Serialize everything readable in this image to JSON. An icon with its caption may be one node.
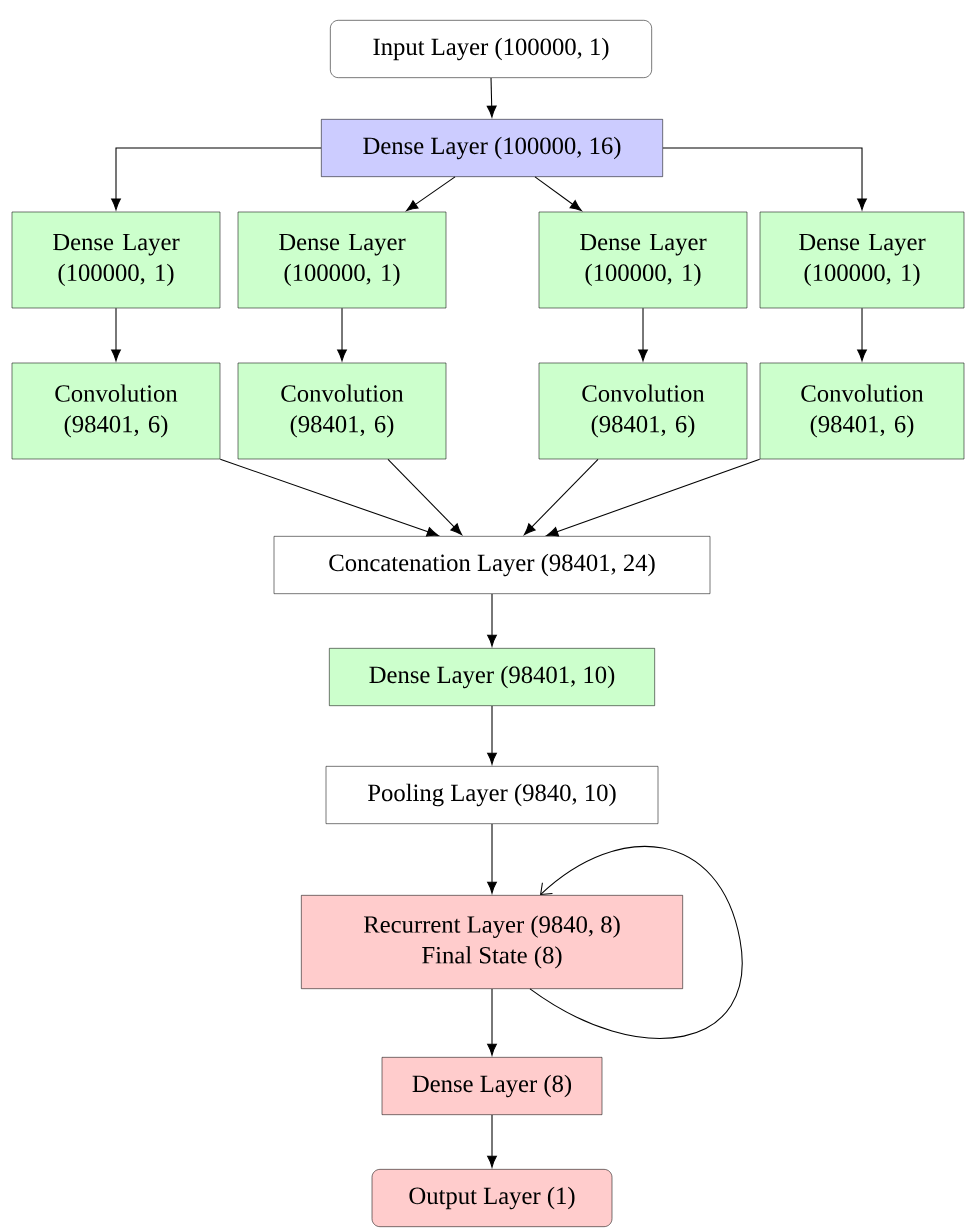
{
  "diagram": {
    "nodes": [
      {
        "text": [
          "Input Layer (100000, 1)"
        ]
      },
      {
        "text": [
          "Dense Layer (100000, 16)"
        ]
      },
      {
        "text": [
          "Dense Layer (100000, 1)"
        ]
      },
      {
        "text": [
          "Dense Layer (100000, 1)"
        ]
      },
      {
        "text": [
          "Dense Layer (100000, 1)"
        ]
      },
      {
        "text": [
          "Dense Layer (100000, 1)"
        ]
      },
      {
        "text": [
          "Convolution (98401, 6)"
        ]
      },
      {
        "text": [
          "Convolution (98401, 6)"
        ]
      },
      {
        "text": [
          "Convolution (98401, 6)"
        ]
      },
      {
        "text": [
          "Convolution (98401, 6)"
        ]
      },
      {
        "text": [
          "Concatenation Layer (98401, 24)"
        ]
      },
      {
        "text": [
          "Dense Layer (98401, 10)"
        ]
      },
      {
        "text": [
          "Pooling Layer (9840, 10)"
        ]
      },
      {
        "text": [
          "Recurrent Layer (9840, 8)",
          "Final State (8)"
        ]
      },
      {
        "text": [
          "Dense Layer (8)"
        ]
      },
      {
        "text": [
          "Output Layer (1)"
        ]
      }
    ],
    "edges": [
      {
        "from": 0,
        "to": 1,
        "arrow": "to"
      },
      {
        "from": 1,
        "to": 2,
        "arrow": "to"
      },
      {
        "from": 1,
        "to": 3,
        "arrow": "to"
      },
      {
        "from": 1,
        "to": 4,
        "arrow": "to"
      },
      {
        "from": 1,
        "to": 5,
        "arrow": "to"
      },
      {
        "from": 2,
        "to": 6,
        "arrow": "to"
      },
      {
        "from": 3,
        "to": 7,
        "arrow": "to"
      },
      {
        "from": 4,
        "to": 8,
        "arrow": "to"
      },
      {
        "from": 5,
        "to": 9,
        "arrow": "to"
      },
      {
        "from": 6,
        "to": 10,
        "arrow": "to"
      },
      {
        "from": 7,
        "to": 10,
        "arrow": "to"
      },
      {
        "from": 8,
        "to": 10,
        "arrow": "to"
      },
      {
        "from": 9,
        "to": 10,
        "arrow": "to"
      },
      {
        "from": 10,
        "to": 11,
        "arrow": "to"
      },
      {
        "from": 11,
        "to": 12,
        "arrow": "to"
      },
      {
        "from": 12,
        "to": 13,
        "arrow": "to"
      },
      {
        "from": 13,
        "to": 13,
        "arrow": "to"
      },
      {
        "from": 13,
        "to": 14,
        "arrow": "to"
      },
      {
        "from": 14,
        "to": 15,
        "arrow": "to"
      }
    ]
  }
}
